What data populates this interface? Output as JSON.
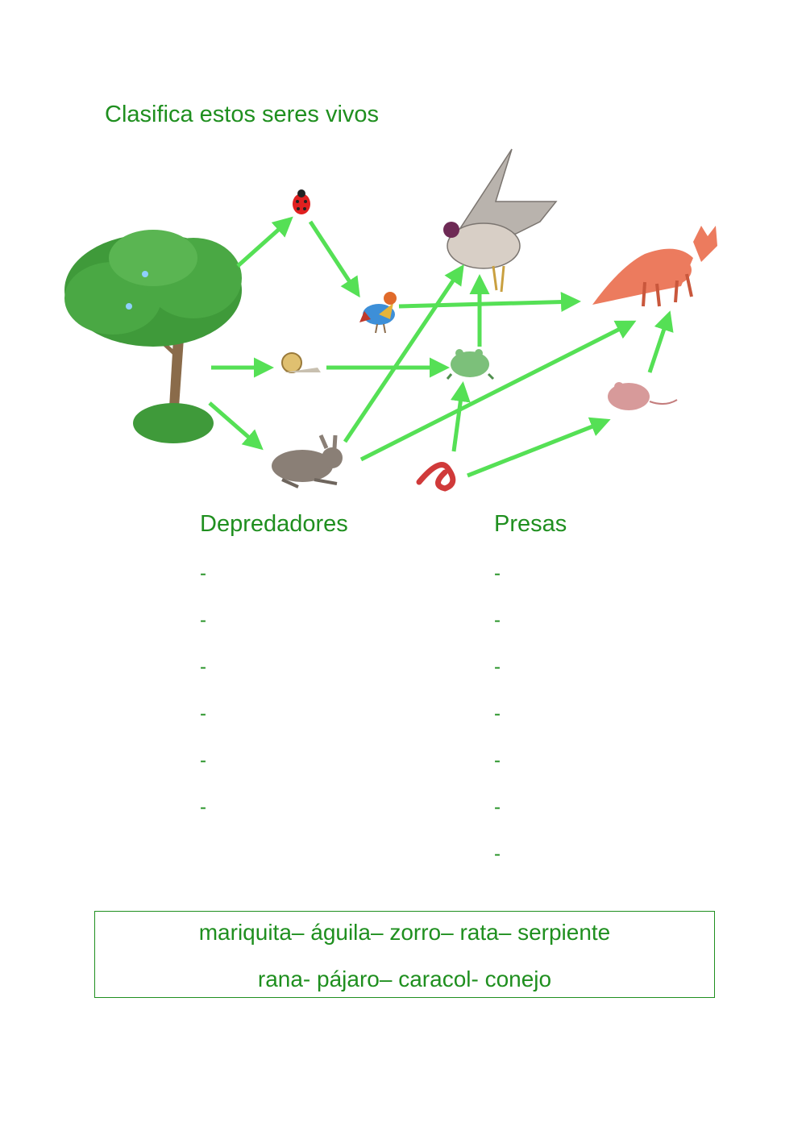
{
  "title": "Clasifica estos seres vivos",
  "columns": {
    "predators": {
      "heading": "Depredadores",
      "dash": "-",
      "count": 6
    },
    "prey": {
      "heading": "Presas",
      "dash": "-",
      "count": 7
    }
  },
  "word_bank": {
    "line1": "mariquita– águila– zorro– rata– serpiente",
    "line2": "rana- pájaro– caracol- conejo"
  },
  "colors": {
    "text": "#1f8f1f",
    "arrow": "#55e055"
  },
  "food_web": {
    "organisms": [
      "tree",
      "ladybug",
      "bird",
      "eagle",
      "fox",
      "snail",
      "frog",
      "rabbit",
      "worm",
      "mouse"
    ],
    "links": [
      [
        "tree",
        "ladybug"
      ],
      [
        "ladybug",
        "bird"
      ],
      [
        "bird",
        "fox"
      ],
      [
        "tree",
        "snail"
      ],
      [
        "snail",
        "frog"
      ],
      [
        "frog",
        "eagle"
      ],
      [
        "tree",
        "rabbit"
      ],
      [
        "rabbit",
        "eagle"
      ],
      [
        "rabbit",
        "fox"
      ],
      [
        "worm",
        "frog"
      ],
      [
        "worm",
        "mouse"
      ],
      [
        "mouse",
        "fox"
      ]
    ]
  }
}
